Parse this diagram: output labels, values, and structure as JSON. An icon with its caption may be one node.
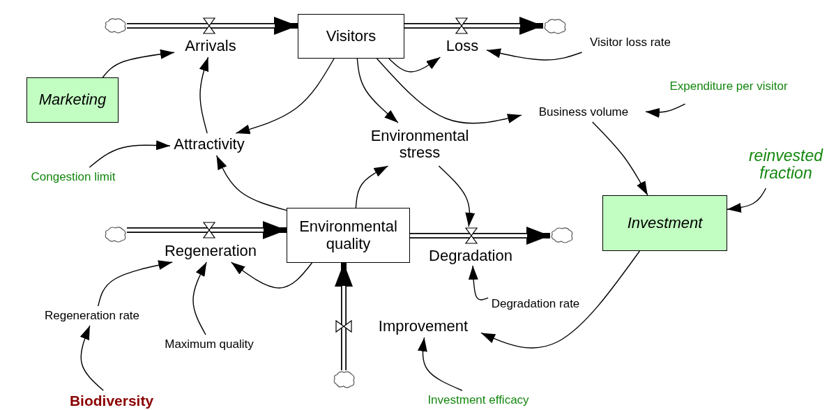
{
  "diagram": {
    "nodes": [
      {
        "text": [],
        "shape": "cloud"
      },
      {
        "text": [
          "Visitors"
        ]
      },
      {
        "text": [],
        "shape": "cloud"
      },
      {
        "text": [
          "Arrivals"
        ]
      },
      {
        "text": [
          "Loss"
        ]
      },
      {
        "text": [
          "Visitor loss rate"
        ]
      },
      {
        "text": [
          "Marketing"
        ]
      },
      {
        "text": [
          "Expenditure per visitor"
        ]
      },
      {
        "text": [
          "Business volume"
        ]
      },
      {
        "text": [
          "Attractivity"
        ]
      },
      {
        "text": [
          "Environmental stress"
        ]
      },
      {
        "text": [
          "reinvested fraction"
        ]
      },
      {
        "text": [
          "Congestion limit"
        ]
      },
      {
        "text": [],
        "shape": "cloud"
      },
      {
        "text": [
          "Environmental quality"
        ]
      },
      {
        "text": [],
        "shape": "cloud"
      },
      {
        "text": [
          "Investment"
        ]
      },
      {
        "text": [
          "Regeneration"
        ]
      },
      {
        "text": [
          "Degradation"
        ]
      },
      {
        "text": [
          "Degradation rate"
        ]
      },
      {
        "text": [
          "Regeneration rate"
        ]
      },
      {
        "text": [
          "Improvement"
        ]
      },
      {
        "text": [
          "Maximum quality"
        ]
      },
      {
        "text": [],
        "shape": "cloud"
      },
      {
        "text": [
          "Investment efficacy"
        ]
      },
      {
        "text": [
          "Biodiversity"
        ]
      }
    ],
    "edges": [
      {
        "from": 0,
        "to": 1,
        "arrow": "to",
        "style": "thick"
      },
      {
        "from": 1,
        "to": 2,
        "arrow": "to",
        "style": "thick"
      },
      {
        "from": 13,
        "to": 14,
        "arrow": "to",
        "style": "thick"
      },
      {
        "from": 14,
        "to": 15,
        "arrow": "to",
        "style": "thick"
      },
      {
        "from": 23,
        "to": 14,
        "arrow": "to",
        "style": "thick"
      },
      {
        "from": 6,
        "to": 3,
        "arrow": "to"
      },
      {
        "from": 9,
        "to": 3,
        "arrow": "to"
      },
      {
        "from": 1,
        "to": 9,
        "arrow": "to"
      },
      {
        "from": 1,
        "to": 10,
        "arrow": "to"
      },
      {
        "from": 1,
        "to": 4,
        "arrow": "to"
      },
      {
        "from": 1,
        "to": 8,
        "arrow": "to"
      },
      {
        "from": 5,
        "to": 4,
        "arrow": "to"
      },
      {
        "from": 7,
        "to": 8,
        "arrow": "to"
      },
      {
        "from": 8,
        "to": 16,
        "arrow": "to"
      },
      {
        "from": 11,
        "to": 16,
        "arrow": "to"
      },
      {
        "from": 12,
        "to": 9,
        "arrow": "to"
      },
      {
        "from": 14,
        "to": 9,
        "arrow": "to"
      },
      {
        "from": 14,
        "to": 10,
        "arrow": "to"
      },
      {
        "from": 10,
        "to": 18,
        "arrow": "to"
      },
      {
        "from": 14,
        "to": 17,
        "arrow": "to"
      },
      {
        "from": 20,
        "to": 17,
        "arrow": "to"
      },
      {
        "from": 22,
        "to": 17,
        "arrow": "to"
      },
      {
        "from": 25,
        "to": 20,
        "arrow": "to"
      },
      {
        "from": 19,
        "to": 18,
        "arrow": "to"
      },
      {
        "from": 16,
        "to": 21,
        "arrow": "to"
      },
      {
        "from": 24,
        "to": 21,
        "arrow": "to"
      }
    ]
  }
}
